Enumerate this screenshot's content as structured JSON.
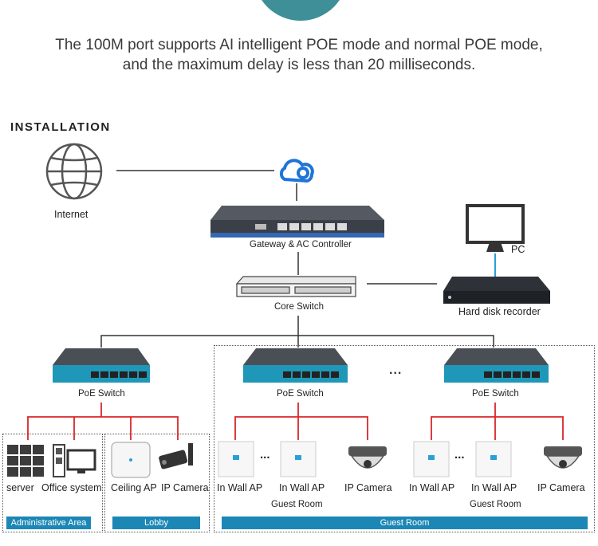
{
  "intro": {
    "line1": "The 100M port supports AI intelligent POE mode and normal POE mode,",
    "line2": "and the maximum delay is less than 20 milliseconds."
  },
  "section_title": "INSTALLATION",
  "nodes": {
    "internet": "Internet",
    "gateway": "Gateway & AC Controller",
    "core_switch": "Core Switch",
    "pc": "PC",
    "recorder": "Hard disk recorder",
    "poe_switch_1": "PoE Switch",
    "poe_switch_2": "PoE Switch",
    "poe_switch_3": "PoE Switch",
    "ellipsis": "..."
  },
  "devices": {
    "server": "server",
    "office": "Office system",
    "ceiling_ap": "Ceiling AP",
    "ip_camera_1": "IP Camera",
    "in_wall_ap_1": "In Wall AP",
    "in_wall_ap_2": "In Wall AP",
    "ip_camera_2": "IP Camera",
    "in_wall_ap_3": "In Wall AP",
    "in_wall_ap_4": "In Wall AP",
    "ip_camera_3": "IP Camera",
    "guest_room_1": "Guest Room",
    "guest_room_2": "Guest Room",
    "dots": "..."
  },
  "areas": {
    "admin": "Administrative Area",
    "lobby": "Lobby",
    "guest": "Guest Room"
  },
  "colors": {
    "accent": "#3e8f98",
    "link_lines": "#d9262a",
    "area_bar": "#1c87b5",
    "pc_link": "#2a9fd8",
    "cloud": "#1f74d8"
  }
}
